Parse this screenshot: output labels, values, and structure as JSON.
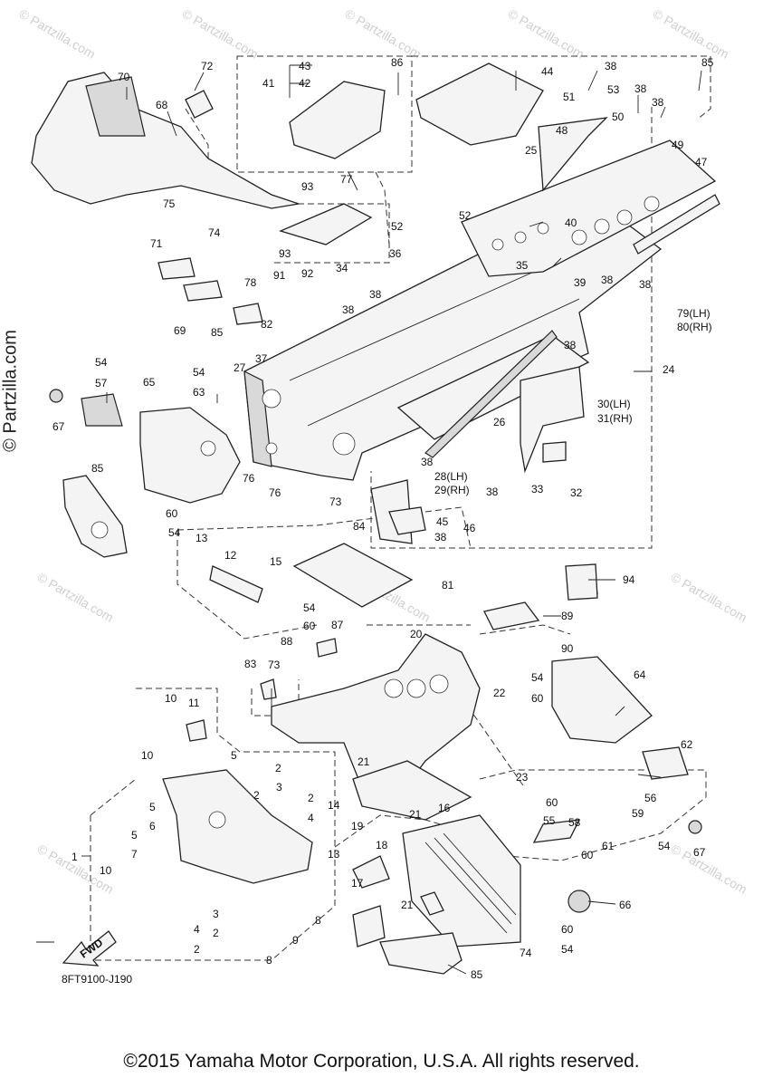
{
  "watermark": "© Partzilla.com",
  "figure_code": "8FT9100-J190",
  "copyright": "©2015 Yamaha Motor Corporation, U.S.A. All rights reserved.",
  "direction_arrow": "FWD",
  "callouts": {
    "c1": "1",
    "c2a": "2",
    "c2b": "2",
    "c2c": "2",
    "c2d": "2",
    "c2e": "2",
    "c3a": "3",
    "c3b": "3",
    "c4a": "4",
    "c4b": "4",
    "c5a": "5",
    "c5b": "5",
    "c5c": "5",
    "c6": "6",
    "c7": "7",
    "c8a": "8",
    "c8b": "8",
    "c9": "9",
    "c10a": "10",
    "c10b": "10",
    "c10c": "10",
    "c11": "11",
    "c12": "12",
    "c13a": "13",
    "c13b": "13",
    "c14": "14",
    "c15": "15",
    "c16": "16",
    "c17": "17",
    "c18": "18",
    "c19": "19",
    "c20": "20",
    "c21a": "21",
    "c21b": "21",
    "c21c": "21",
    "c22": "22",
    "c23": "23",
    "c24": "24",
    "c25": "25",
    "c26": "26",
    "c27": "27",
    "c28": "28(LH)",
    "c29": "29(RH)",
    "c30": "30(LH)",
    "c31": "31(RH)",
    "c32": "32",
    "c33": "33",
    "c34": "34",
    "c35": "35",
    "c36": "36",
    "c37": "37",
    "c38a": "38",
    "c38b": "38",
    "c38c": "38",
    "c38d": "38",
    "c38e": "38",
    "c38f": "38",
    "c38g": "38",
    "c38h": "38",
    "c38i": "38",
    "c38j": "38",
    "c38k": "38",
    "c39": "39",
    "c40": "40",
    "c41": "41",
    "c42": "42",
    "c43": "43",
    "c44": "44",
    "c45": "45",
    "c46": "46",
    "c47": "47",
    "c48": "48",
    "c49": "49",
    "c50": "50",
    "c51": "51",
    "c52a": "52",
    "c52b": "52",
    "c53": "53",
    "c54a": "54",
    "c54b": "54",
    "c54c": "54",
    "c54d": "54",
    "c54e": "54",
    "c54f": "54",
    "c54g": "54",
    "c55": "55",
    "c56": "56",
    "c57": "57",
    "c58": "58",
    "c59": "59",
    "c60a": "60",
    "c60b": "60",
    "c60c": "60",
    "c60d": "60",
    "c60e": "60",
    "c60f": "60",
    "c61": "61",
    "c62": "62",
    "c63": "63",
    "c64": "64",
    "c65": "65",
    "c66": "66",
    "c67a": "67",
    "c67b": "67",
    "c68": "68",
    "c69": "69",
    "c70": "70",
    "c71": "71",
    "c72": "72",
    "c73a": "73",
    "c73b": "73",
    "c74a": "74",
    "c74b": "74",
    "c75": "75",
    "c76a": "76",
    "c76b": "76",
    "c77": "77",
    "c78": "78",
    "c79": "79(LH)",
    "c80": "80(RH)",
    "c81": "81",
    "c82": "82",
    "c83": "83",
    "c84": "84",
    "c85a": "85",
    "c85b": "85",
    "c85c": "85",
    "c85d": "85",
    "c86": "86",
    "c87": "87",
    "c88": "88",
    "c89": "89",
    "c90": "90",
    "c91": "91",
    "c92": "92",
    "c93a": "93",
    "c93b": "93",
    "c94": "94"
  }
}
